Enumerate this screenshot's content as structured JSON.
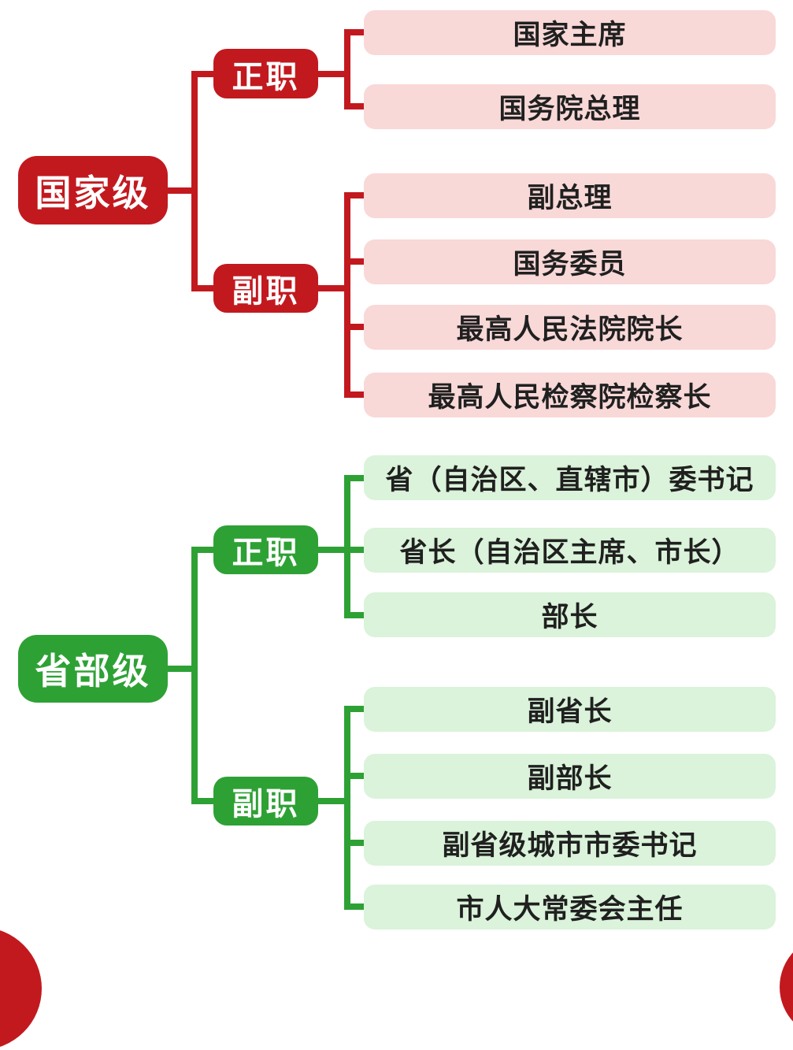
{
  "colors": {
    "national_accent": "#c2191f",
    "national_leaf_bg": "#f9d8d8",
    "provincial_accent": "#2ea135",
    "provincial_leaf_bg": "#daf3da",
    "leaf_text": "#202020",
    "node_text": "#ffffff",
    "background": "#ffffff"
  },
  "diagram": {
    "type": "mindmap-org-chart",
    "sections": [
      {
        "label": "国家级",
        "branches": [
          {
            "label": "正职",
            "children": [
              "国家主席",
              "国务院总理"
            ]
          },
          {
            "label": "副职",
            "children": [
              "副总理",
              "国务委员",
              "最高人民法院院长",
              "最高人民检察院检察长"
            ]
          }
        ]
      },
      {
        "label": "省部级",
        "branches": [
          {
            "label": "正职",
            "children": [
              "省（自治区、直辖市）委书记",
              "省长（自治区主席、市长）",
              "部长"
            ]
          },
          {
            "label": "副职",
            "children": [
              "副省长",
              "副部长",
              "副省级城市市委书记",
              "市人大常委会主任"
            ]
          }
        ]
      }
    ]
  }
}
